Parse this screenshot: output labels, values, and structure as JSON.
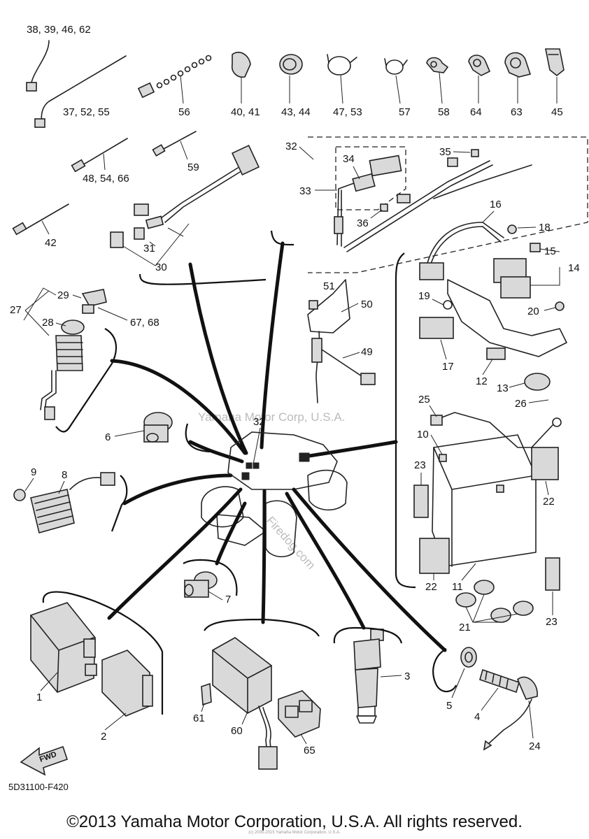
{
  "watermark": {
    "center": "Yamaha Motor Corp, U.S.A.",
    "brand": "Firedog.com"
  },
  "callouts": {
    "c38": "38, 39, 46, 62",
    "c37": "37, 52, 55",
    "c56": "56",
    "c40": "40, 41",
    "c43": "43, 44",
    "c47": "47, 53",
    "c57": "57",
    "c58": "58",
    "c64": "64",
    "c63": "63",
    "c45": "45",
    "c48": "48, 54, 66",
    "c59": "59",
    "c42": "42",
    "c31": "31",
    "c30": "30",
    "c32a": "32",
    "c34": "34",
    "c33": "33",
    "c35": "35",
    "c36": "36",
    "c16": "16",
    "c18": "18",
    "c15": "15",
    "c14": "14",
    "c29": "29",
    "c27": "27",
    "c28": "28",
    "c67": "67, 68",
    "c51": "51",
    "c50": "50",
    "c19": "19",
    "c20": "20",
    "c17": "17",
    "c12": "12",
    "c13": "13",
    "c49": "49",
    "c6": "6",
    "c32b": "32",
    "c25": "25",
    "c26": "26",
    "c10": "10",
    "c9": "9",
    "c8": "8",
    "c23a": "23",
    "c22a": "22",
    "c7": "7",
    "c22b": "22",
    "c11": "11",
    "c21": "21",
    "c23b": "23",
    "c1": "1",
    "c2": "2",
    "c3": "3",
    "c5": "5",
    "c4": "4",
    "c61": "61",
    "c60": "60",
    "c65": "65",
    "c24": "24",
    "fwd": "FWD"
  },
  "diagram_code": "5D31100-F420",
  "copyright": "©2013 Yamaha Motor Corporation, U.S.A. All rights reserved.",
  "tiny_credit": "(c) 2005-2015 Yamaha Motor Corporation, U.S.A."
}
